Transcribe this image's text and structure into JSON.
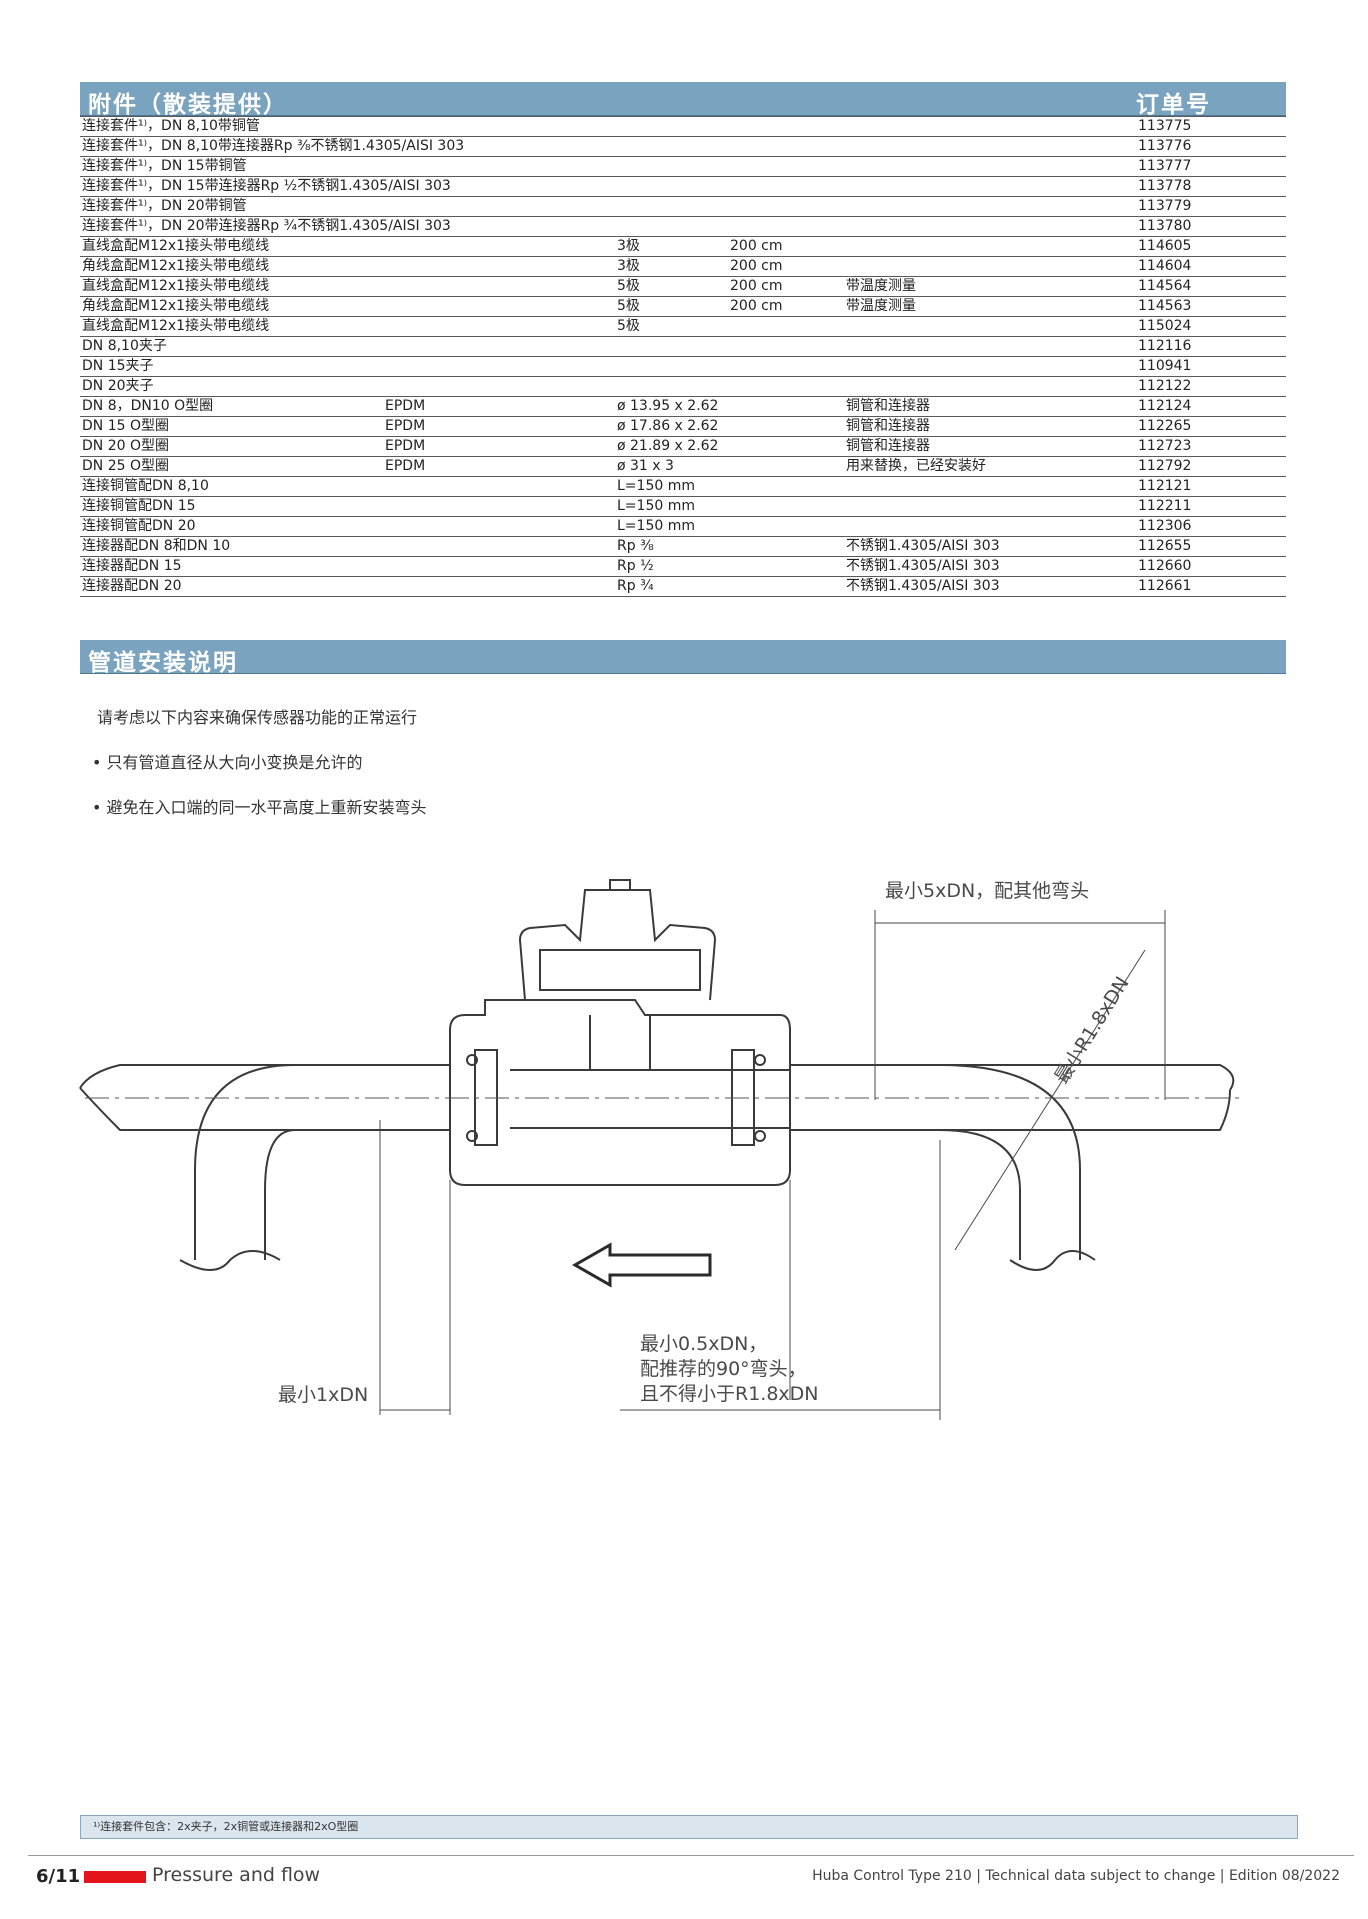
{
  "accessories": {
    "title": "附件（散装提供）",
    "order_label": "订单号",
    "rows": [
      [
        "连接套件¹⁾，DN 8,10带铜管",
        "",
        "",
        "",
        "",
        "113775"
      ],
      [
        "连接套件¹⁾，DN 8,10带连接器Rp ⅜不锈钢1.4305/AISI 303",
        "",
        "",
        "",
        "",
        "113776"
      ],
      [
        "连接套件¹⁾，DN 15带铜管",
        "",
        "",
        "",
        "",
        "113777"
      ],
      [
        "连接套件¹⁾，DN 15带连接器Rp ½不锈钢1.4305/AISI 303",
        "",
        "",
        "",
        "",
        "113778"
      ],
      [
        "连接套件¹⁾，DN 20带铜管",
        "",
        "",
        "",
        "",
        "113779"
      ],
      [
        "连接套件¹⁾，DN 20带连接器Rp ¾不锈钢1.4305/AISI 303",
        "",
        "",
        "",
        "",
        "113780"
      ],
      [
        "直线盒配M12x1接头带电缆线",
        "",
        "3极",
        "200 cm",
        "",
        "114605"
      ],
      [
        "角线盒配M12x1接头带电缆线",
        "",
        "3极",
        "200 cm",
        "",
        "114604"
      ],
      [
        "直线盒配M12x1接头带电缆线",
        "",
        "5极",
        "200 cm",
        "带温度测量",
        "114564"
      ],
      [
        "角线盒配M12x1接头带电缆线",
        "",
        "5极",
        "200 cm",
        "带温度测量",
        "114563"
      ],
      [
        "直线盒配M12x1接头带电缆线",
        "",
        "5极",
        "",
        "",
        "115024"
      ],
      [
        "DN 8,10夹子",
        "",
        "",
        "",
        "",
        "112116"
      ],
      [
        "DN 15夹子",
        "",
        "",
        "",
        "",
        "110941"
      ],
      [
        "DN 20夹子",
        "",
        "",
        "",
        "",
        "112122"
      ],
      [
        "DN 8，DN10 O型圈",
        "EPDM",
        "ø 13.95 x 2.62",
        "",
        "铜管和连接器",
        "112124"
      ],
      [
        "DN 15 O型圈",
        "EPDM",
        "ø 17.86 x 2.62",
        "",
        "铜管和连接器",
        "112265"
      ],
      [
        "DN 20 O型圈",
        "EPDM",
        "ø 21.89 x 2.62",
        "",
        "铜管和连接器",
        "112723"
      ],
      [
        "DN 25 O型圈",
        "EPDM",
        "ø 31 x 3",
        "",
        "用来替换，已经安装好",
        "112792"
      ],
      [
        "连接铜管配DN 8,10",
        "",
        "L=150 mm",
        "",
        "",
        "112121"
      ],
      [
        "连接铜管配DN 15",
        "",
        "L=150 mm",
        "",
        "",
        "112211"
      ],
      [
        "连接铜管配DN 20",
        "",
        "L=150 mm",
        "",
        "",
        "112306"
      ],
      [
        "连接器配DN 8和DN 10",
        "",
        "Rp ⅜",
        "",
        "不锈钢1.4305/AISI 303",
        "112655"
      ],
      [
        "连接器配DN 15",
        "",
        "Rp ½",
        "",
        "不锈钢1.4305/AISI 303",
        "112660"
      ],
      [
        "连接器配DN 20",
        "",
        "Rp ¾",
        "",
        "不锈钢1.4305/AISI 303",
        "112661"
      ]
    ]
  },
  "installation": {
    "title": "管道安装说明",
    "intro": "请考虑以下内容来确保传感器功能的正常运行",
    "bullets": [
      "• 只有管道直径从大向小变换是允许的",
      "• 避免在入口端的同一水平高度上重新安装弯头"
    ]
  },
  "diagram": {
    "label_min5": "最小5xDN，配其他弯头",
    "label_radius": "最小R1.8xDN",
    "label_min1": "最小1xDN",
    "label_min05": [
      "最小0.5xDN，",
      "配推荐的90°弯头，",
      "且不得小于R1.8xDN"
    ]
  },
  "footnote": "¹⁾连接套件包含：2x夹子，2x铜管或连接器和2xO型圈",
  "footer": {
    "page": "6/11",
    "section": "Pressure and flow",
    "right": "Huba Control Type 210 | Technical data subject to change | Edition 08/2022"
  },
  "colors": {
    "header_bg": "#7aa3bf",
    "footnote_bg": "#dbe5ee",
    "footer_accent": "#e3151a"
  }
}
